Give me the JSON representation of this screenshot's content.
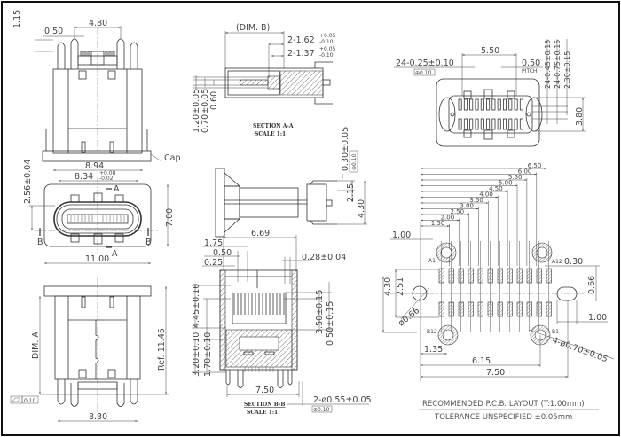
{
  "drawing": {
    "title": "USB Type-C Receptacle Connector Drawing",
    "colors": {
      "line": "#333333",
      "text": "#444444",
      "frame": "#111111"
    }
  },
  "top_view": {
    "dim_1_15": "1.15",
    "dim_0_50": "0.50",
    "dim_4_80": "4.80",
    "cap_label": "Cap"
  },
  "front_view": {
    "dim_8_94": "8.94",
    "dim_8_34": "8.34",
    "dim_8_34_tol_plus": "+0.08",
    "dim_8_34_tol_minus": "-0.02",
    "dim_2_56": "2.56±0.04",
    "dim_7_00": "7.00",
    "dim_11_00": "11.00",
    "section_a": "A",
    "section_b": "B"
  },
  "bottom_view": {
    "dim_a": "DIM. A",
    "dim_ref": "Ref. 11.45",
    "dim_8_30": "8.30",
    "flatness_value": "0.10"
  },
  "section_aa": {
    "dim_b": "(DIM. B)",
    "dim_1_62": "2-1.62",
    "dim_1_62_plus": "+0.05",
    "dim_1_62_minus": "-0.10",
    "dim_1_37": "2-1.37",
    "dim_1_37_plus": "+0.05",
    "dim_1_37_minus": "-0.10",
    "dim_1_20": "1.20±0.05",
    "dim_0_70": "0.70±0.05",
    "dim_0_60": "0.60",
    "title": "SECTION A-A",
    "scale": "SCALE 1:1"
  },
  "side_view": {
    "dim_0_30": "0.30±0.05",
    "dim_0_30_tol": "⊕0.10",
    "dim_2_15": "2.15",
    "dim_4_30": "4.30"
  },
  "section_bb": {
    "dim_6_69": "6.69",
    "dim_1_75": "1.75",
    "dim_0_50": "0.50",
    "dim_0_25": "0.25",
    "dim_0_28": "0.28±0.04",
    "dim_4_45": "4.45±0.10",
    "dim_3_20": "3.20±0.10",
    "dim_1_70": "1.70±0.10",
    "dim_3_50": "3.50±0.15",
    "dim_0_50b": "0.50±0.15",
    "dim_7_50": "7.50",
    "dim_pin": "2-ø0.55±0.05",
    "dim_pin_tol": "⊕0.10",
    "title": "SECTION B-B",
    "scale": "SCALE 1:1"
  },
  "footprint_top": {
    "dim_5_50": "5.50",
    "dim_pads": "24-0.25±0.10",
    "dim_pads_tol": "⊕0.10",
    "dim_pitch": "0.50",
    "pitch_label": "PITCH",
    "dim_0_45": "24-0.45±0.15",
    "dim_0_75": "24-0.75±0.15",
    "dim_2_30": "2.30±0.15",
    "dim_3_80": "3.80"
  },
  "pcb_layout": {
    "chain_dims": [
      "6.50",
      "6.00",
      "5.50",
      "5.00",
      "4.50",
      "4.00",
      "3.50",
      "3.00",
      "2.50",
      "2.00",
      "1.50",
      "1.00"
    ],
    "dim_0_30": "0.30",
    "dim_0_66": "0.66",
    "dim_4_30": "4.30",
    "dim_2_51": "2.51",
    "dim_slot": "ø0.66",
    "dim_1_00": "1.00",
    "dim_1_35": "1.35",
    "dim_6_15": "6.15",
    "dim_7_50": "7.50",
    "dim_holes": "4-ø0.70±0.05",
    "pin_a1": "A1",
    "pin_a12": "A12",
    "pin_b12": "B12",
    "pin_b1": "B1"
  },
  "notes": {
    "layout_title": "RECOMMENDED   P.C.B. LAYOUT  (T:1.00mm)",
    "tolerance": "TOLERANCE  UNSPECIFIED  ±0.05mm"
  }
}
